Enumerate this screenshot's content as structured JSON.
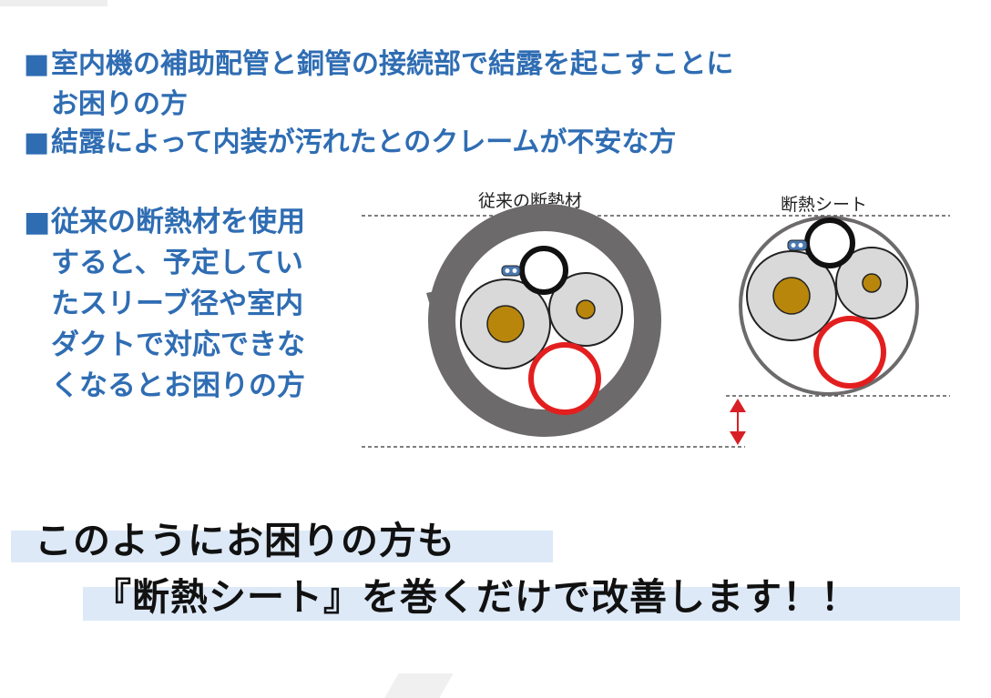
{
  "bullets": [
    {
      "marker": "■",
      "lines": [
        "室内機の補助配管と銅管の接続部で結露を起こすことに",
        "お困りの方"
      ]
    },
    {
      "marker": "■",
      "lines": [
        "結露によって内装が汚れたとのクレームが不安な方"
      ]
    },
    {
      "marker": "■",
      "lines": [
        "従来の断熱材を使用",
        "すると、予定してい",
        "たスリーブ径や室内",
        "ダクトで対応できな",
        "くなるとお困りの方"
      ]
    }
  ],
  "diagram": {
    "label_conventional": "従来の断熱材",
    "label_sheet": "断熱シート"
  },
  "conclusion": {
    "line1": "このようにお困りの方も",
    "line2": "『断熱シート』を巻くだけで改善します！！"
  },
  "colors": {
    "accent_blue": "#2f6db3",
    "insulation_gray": "#6d6a6c",
    "copper": "#b8860b",
    "drain_red": "#e31e1e",
    "arrow_red": "#d81f26",
    "band": "#dde9f6"
  }
}
